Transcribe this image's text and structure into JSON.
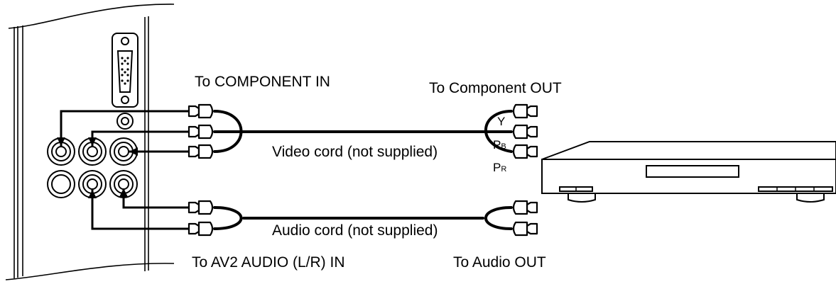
{
  "labels": {
    "component_in": "To COMPONENT IN",
    "component_out": "To Component OUT",
    "video_cord": "Video cord (not supplied)",
    "audio_cord": "Audio cord (not supplied)",
    "av2_audio_in": "To AV2 AUDIO (L/R) IN",
    "audio_out": "To Audio OUT"
  },
  "component_signals": {
    "y": "Y",
    "pb_main": "P",
    "pb_sub": "B",
    "pr_main": "P",
    "pr_sub": "R"
  }
}
